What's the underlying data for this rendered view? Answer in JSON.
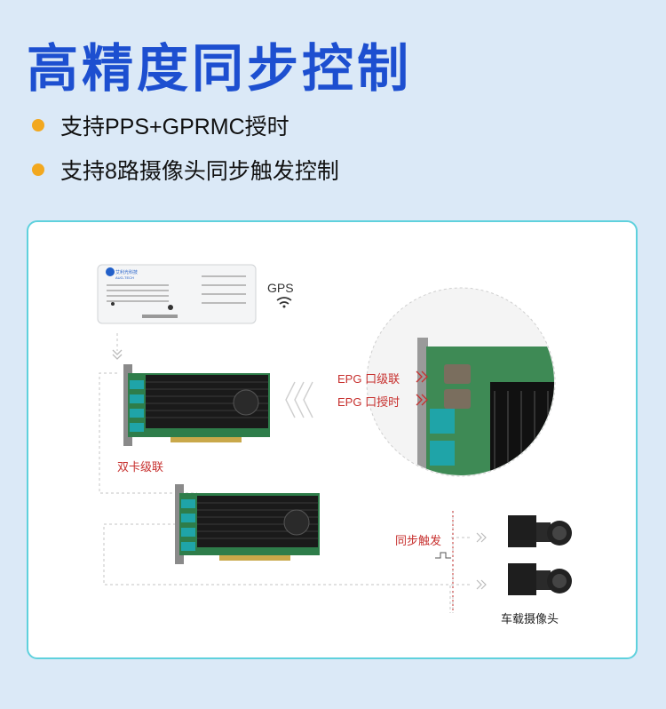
{
  "header": {
    "title": "高精度同步控制"
  },
  "features": [
    {
      "text": "支持PPS+GPRMC授时"
    },
    {
      "text": "支持8路摄像头同步触发控制"
    }
  ],
  "diagram": {
    "gps_label": "GPS",
    "device_brand": "艾利光科技",
    "device_brand_en": "AUG-TECH",
    "epg_cascade": "EPG 口级联",
    "epg_timing": "EPG 口授时",
    "dual_card_label": "双卡级联",
    "sync_trigger": "同步触发",
    "camera_label": "车载摄像头"
  },
  "colors": {
    "title": "#1d4fd0",
    "bullet": "#f2a81f",
    "panel_border": "#5fd1dd",
    "annotation": "#c7302e",
    "background": "#dbe9f7"
  }
}
